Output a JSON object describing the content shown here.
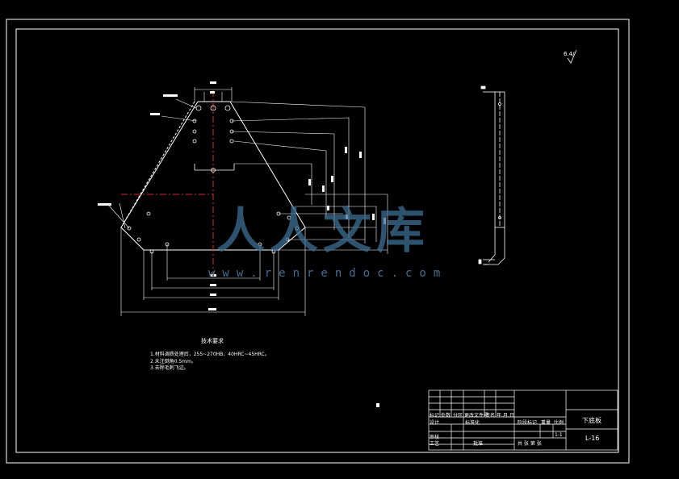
{
  "watermark": {
    "brand": "人人文库",
    "url": "www.renrendoc.com"
  },
  "drawing": {
    "surface_symbol": "6.4/",
    "notes_title": "技术要求",
    "notes": [
      "1.材料调质处理后，255~270HB，40HRC~45HRC。",
      "2.未注倒角0.5mm。",
      "3.去除毛刺飞边。"
    ],
    "center_mark": "4"
  },
  "title_block": {
    "part_name": "下底板",
    "drawing_no": "L-16",
    "scale": "1:1",
    "labels": {
      "mark": "标记",
      "count": "处数",
      "zone": "分区",
      "change_doc": "更改文件号",
      "signature": "签名",
      "date": "年.月.日",
      "design": "设计",
      "standardize": "标准化",
      "review": "审核",
      "process": "工艺",
      "approve": "批准",
      "stage_mark": "阶段标记",
      "weight": "重量",
      "ratio": "比例",
      "sheet": "共  张  第  张"
    }
  }
}
